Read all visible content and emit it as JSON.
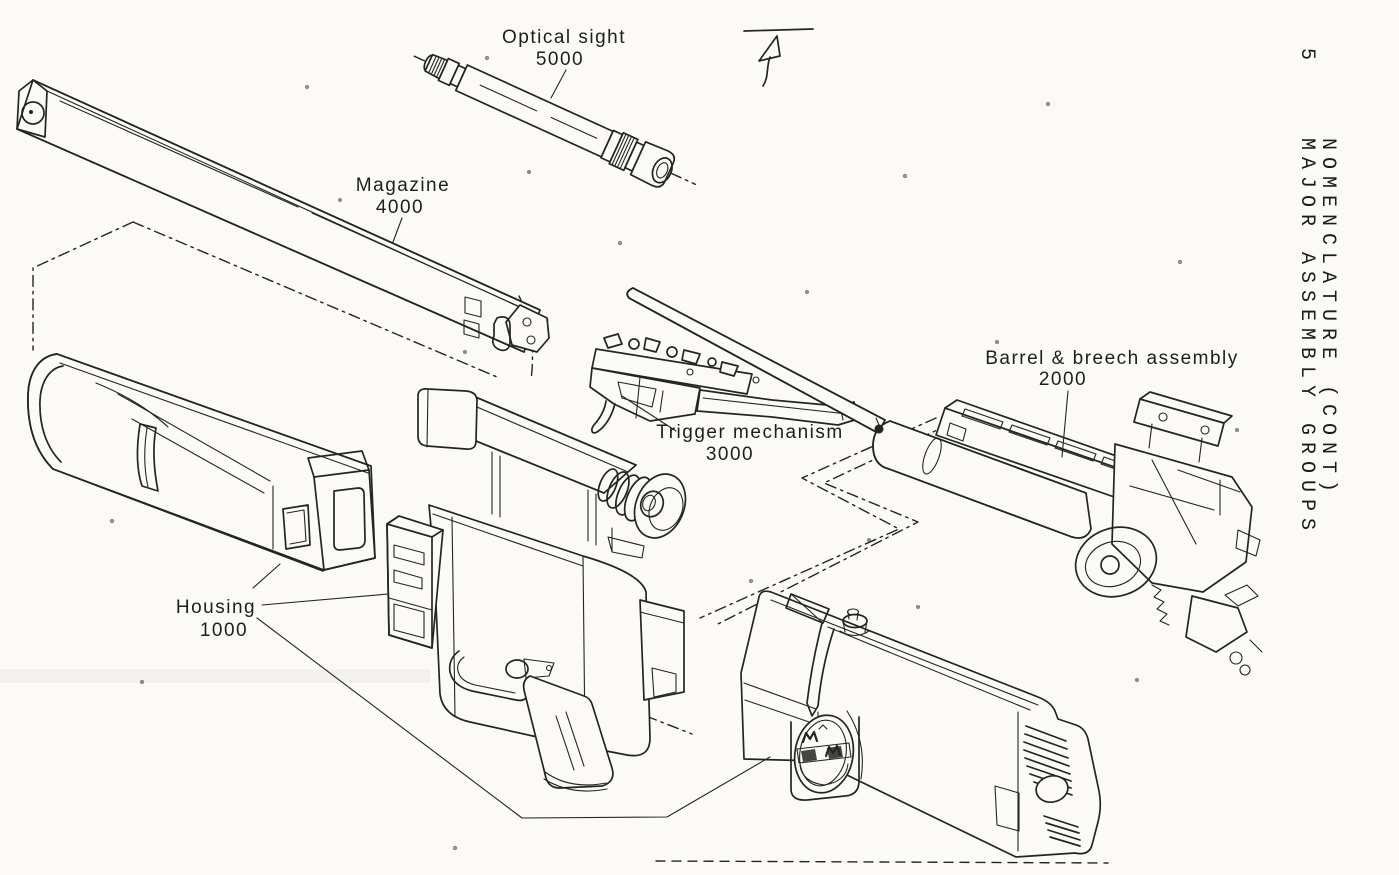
{
  "page": {
    "background": "#fbfaf7",
    "ink": "#242424"
  },
  "header": {
    "page_number": "5",
    "title_line1": "NOMENCLATURE (CONT)",
    "title_line2": "MAJOR ASSEMBLY GROUPS"
  },
  "figure": {
    "type": "exploded-assembly-diagram",
    "parts": [
      {
        "id": "optical-sight",
        "name": "Optical sight",
        "number": "5000"
      },
      {
        "id": "magazine",
        "name": "Magazine",
        "number": "4000"
      },
      {
        "id": "trigger-mechanism",
        "name": "Trigger mechanism",
        "number": "3000"
      },
      {
        "id": "barrel-breech",
        "name": "Barrel & breech assembly",
        "number": "2000"
      },
      {
        "id": "housing",
        "name": "Housing",
        "number": "1000"
      }
    ]
  }
}
